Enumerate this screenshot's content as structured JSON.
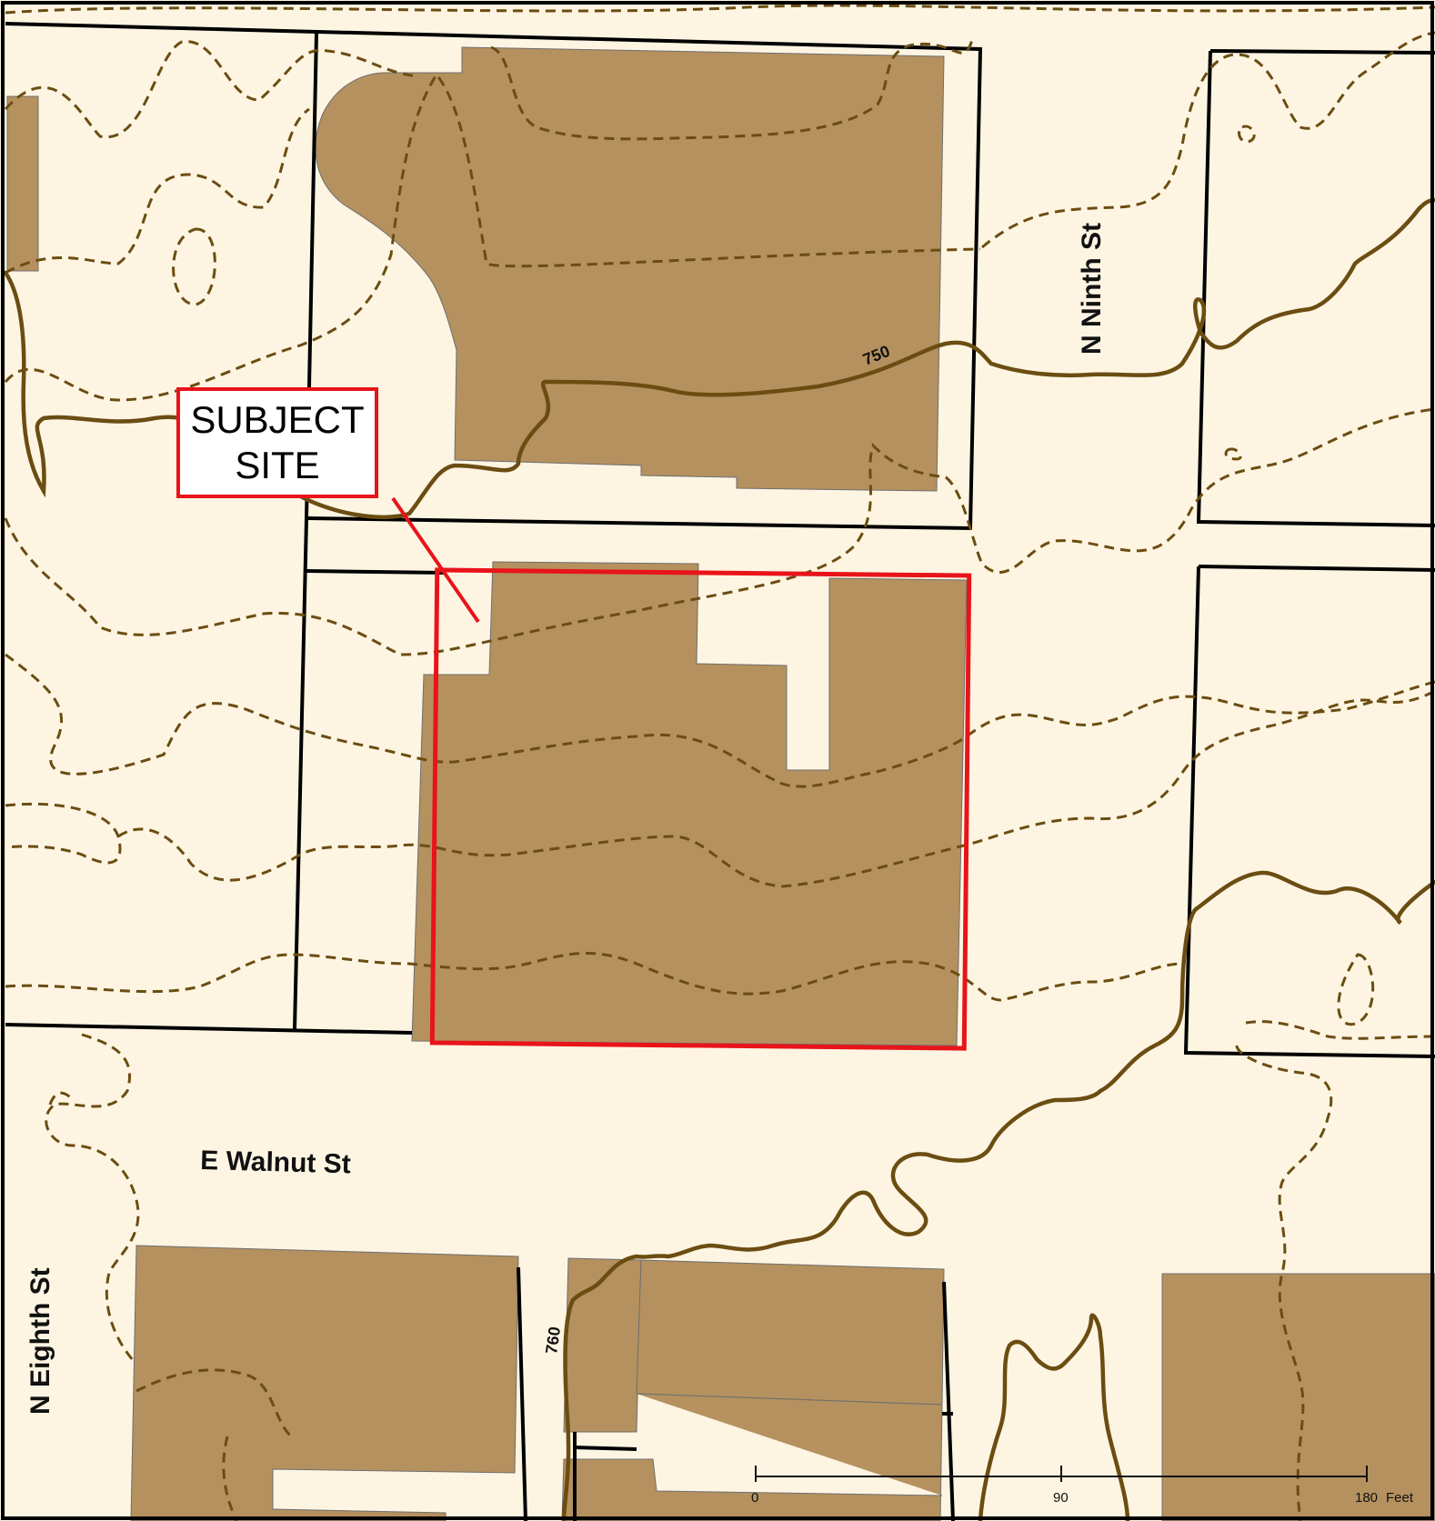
{
  "streets": {
    "n_ninth": "N Ninth St",
    "e_walnut": "E Walnut St",
    "n_eighth": "N Eighth St"
  },
  "contour_labels": {
    "label_750": "750",
    "label_760": "760"
  },
  "callout": {
    "line1": "SUBJECT",
    "line2": "SITE"
  },
  "scale_bar": {
    "tick_0": "0",
    "tick_mid": "90",
    "tick_end": "180",
    "unit": "Feet"
  },
  "colors": {
    "background": "#fdf5e2",
    "building": "#b5915f",
    "parcel_line": "#000000",
    "contour": "#6b4d12",
    "subject_outline": "#e8141a"
  }
}
